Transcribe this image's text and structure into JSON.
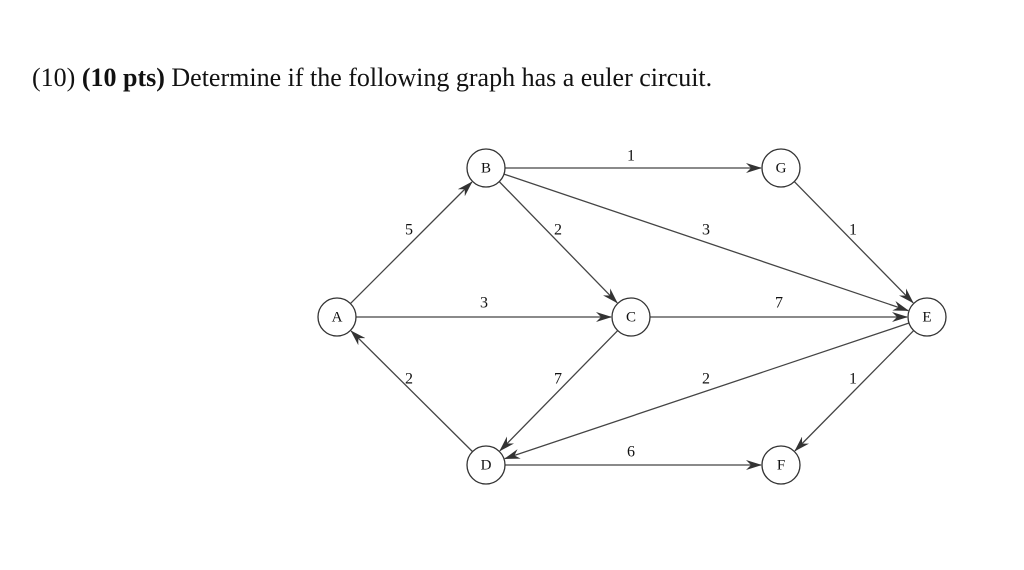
{
  "question": {
    "number": "(10)",
    "points": "(10 pts)",
    "text": "Determine if the following graph has a euler circuit."
  },
  "graph": {
    "directed": true,
    "nodes": [
      {
        "id": "A",
        "label": "A"
      },
      {
        "id": "B",
        "label": "B"
      },
      {
        "id": "C",
        "label": "C"
      },
      {
        "id": "D",
        "label": "D"
      },
      {
        "id": "E",
        "label": "E"
      },
      {
        "id": "F",
        "label": "F"
      },
      {
        "id": "G",
        "label": "G"
      }
    ],
    "edges": [
      {
        "from": "A",
        "to": "B",
        "weight": "5"
      },
      {
        "from": "A",
        "to": "C",
        "weight": "3"
      },
      {
        "from": "D",
        "to": "A",
        "weight": "2"
      },
      {
        "from": "B",
        "to": "G",
        "weight": "1"
      },
      {
        "from": "B",
        "to": "C",
        "weight": "2"
      },
      {
        "from": "B",
        "to": "E",
        "weight": "3"
      },
      {
        "from": "G",
        "to": "E",
        "weight": "1"
      },
      {
        "from": "C",
        "to": "E",
        "weight": "7"
      },
      {
        "from": "C",
        "to": "D",
        "weight": "7"
      },
      {
        "from": "E",
        "to": "D",
        "weight": "2"
      },
      {
        "from": "E",
        "to": "F",
        "weight": "1"
      },
      {
        "from": "D",
        "to": "F",
        "weight": "6"
      }
    ]
  }
}
